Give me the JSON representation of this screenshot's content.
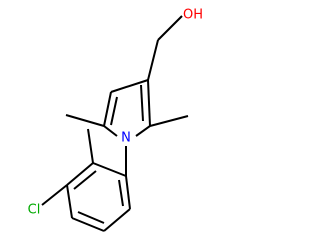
{
  "molecule": {
    "atoms": {
      "oh": "OH",
      "n": "N",
      "cl": "Cl"
    },
    "colors": {
      "bond": "#000000",
      "oxygen": "#ff0000",
      "nitrogen": "#0000ff",
      "chlorine": "#00aa00"
    }
  }
}
